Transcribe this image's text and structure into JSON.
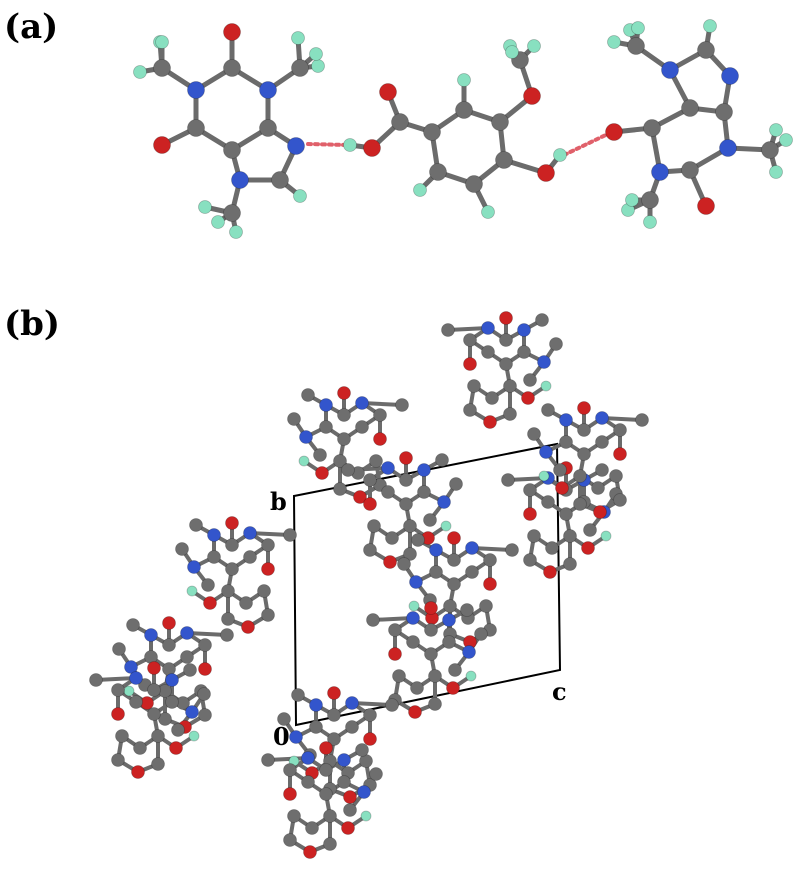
{
  "panels": {
    "a": {
      "label": "(a)"
    },
    "b": {
      "label": "(b)"
    }
  },
  "cell_axes": {
    "b": "b",
    "c": "c",
    "origin": "0"
  },
  "atom_colors": {
    "C": "#6e6e6e",
    "N": "#3355cc",
    "O": "#cc2222",
    "H": "#88e0c0"
  },
  "hbond_color": "#e0606a"
}
